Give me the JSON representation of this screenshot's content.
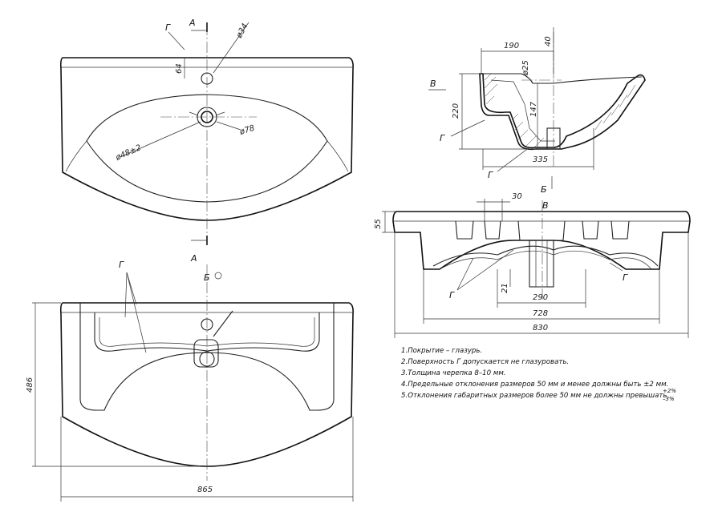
{
  "drawing": {
    "top_view": {
      "dim_hole": "ø34",
      "dim_hole_offset": "64",
      "dim_drain": "ø78",
      "dim_drain_center": "ø48±2",
      "section_mark": "А",
      "surface_mark": "Г"
    },
    "front_view": {
      "view_label": "Б",
      "surface_mark": "Г",
      "dim_depth": "486",
      "dim_width": "865"
    },
    "side_section": {
      "view_label": "В",
      "dim_190": "190",
      "dim_40": "40",
      "dim_25": "ø25",
      "dim_220": "220",
      "dim_147": "147",
      "dim_335": "335",
      "surface_mark": "Г",
      "view_arrow_label": "Б"
    },
    "front_section": {
      "view_label": "В",
      "dim_55": "55",
      "dim_30": "30",
      "dim_21": "21",
      "dim_290": "290",
      "dim_728": "728",
      "dim_830": "830",
      "surface_mark": "Г"
    }
  },
  "notes": [
    "1.Покрытие – глазурь.",
    "2.Поверхность Г допускается не глазуровать.",
    "3.Толщина черепка 8–10 мм.",
    "4.Предельные отклонения размеров 50 мм и менее должны быть  ±2 мм.",
    "5.Отклонения габаритных размеров более 50 мм не должны превышать"
  ],
  "tolerance": {
    "plus": "+2%",
    "minus": "–3%"
  }
}
